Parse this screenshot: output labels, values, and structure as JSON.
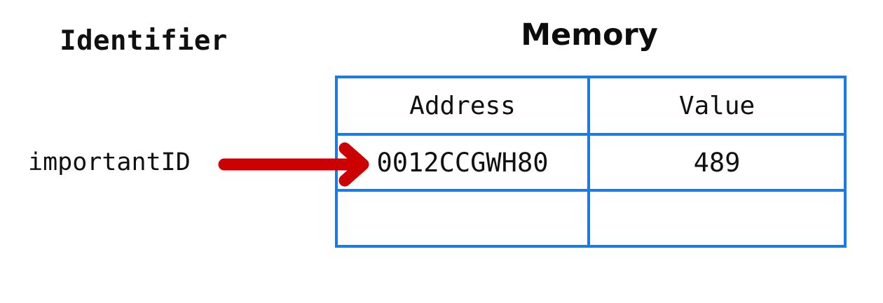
{
  "diagram": {
    "title_left": "Identifier",
    "title_right": "Memory",
    "variable_name": "importantID",
    "arrow": {
      "icon": "arrow-right-icon",
      "color": "#cc0000",
      "from": "importantID",
      "to": "0012CCGWH80"
    },
    "colors": {
      "table_border": "#1a7be8",
      "arrow_red": "#cc0000",
      "text": "#101010",
      "background": "#ffffff"
    }
  },
  "memory_table": {
    "headers": [
      "Address",
      "Value"
    ],
    "rows": [
      {
        "address": "0012CCGWH80",
        "value": "489"
      },
      {
        "address": "",
        "value": ""
      }
    ]
  }
}
